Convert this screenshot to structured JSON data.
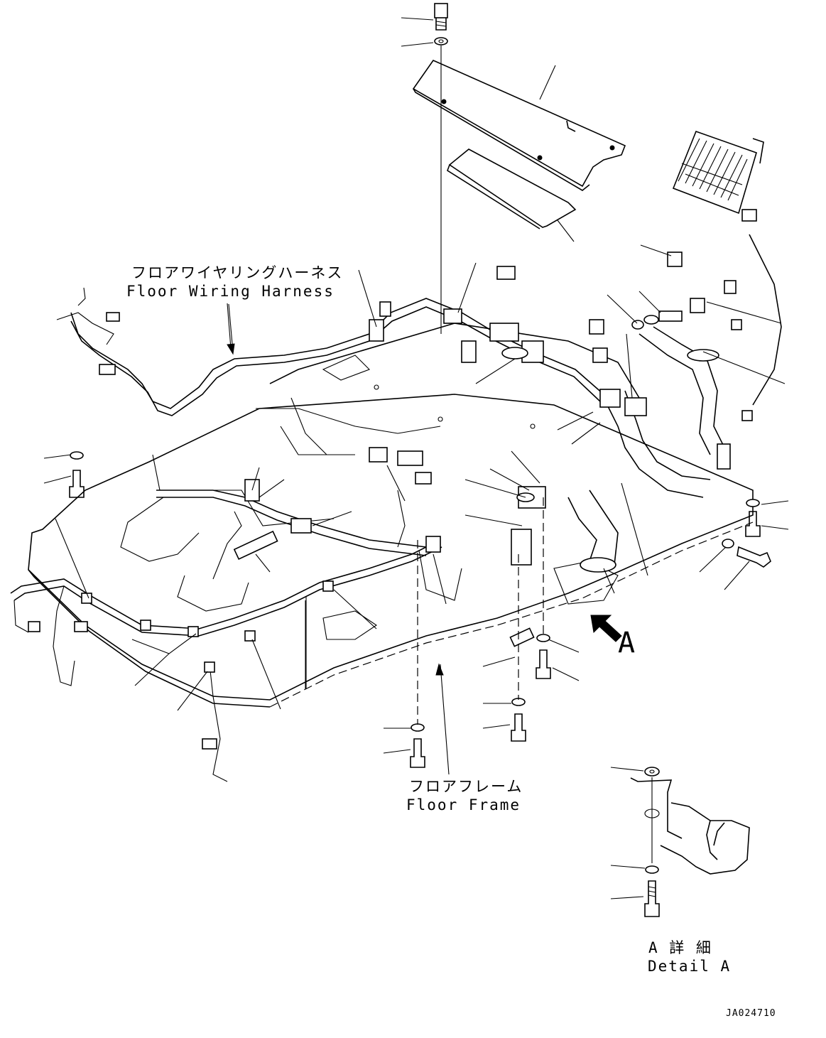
{
  "labels": {
    "floor_wiring_harness_jp": "フロアワイヤリングハーネス",
    "floor_wiring_harness_en": "Floor Wiring Harness",
    "floor_frame_jp": "フロアフレーム",
    "floor_frame_en": "Floor Frame",
    "view_arrow_letter": "A",
    "detail_a_jp": "A 詳 細",
    "detail_a_en": "Detail A",
    "drawing_number": "JA024710"
  }
}
